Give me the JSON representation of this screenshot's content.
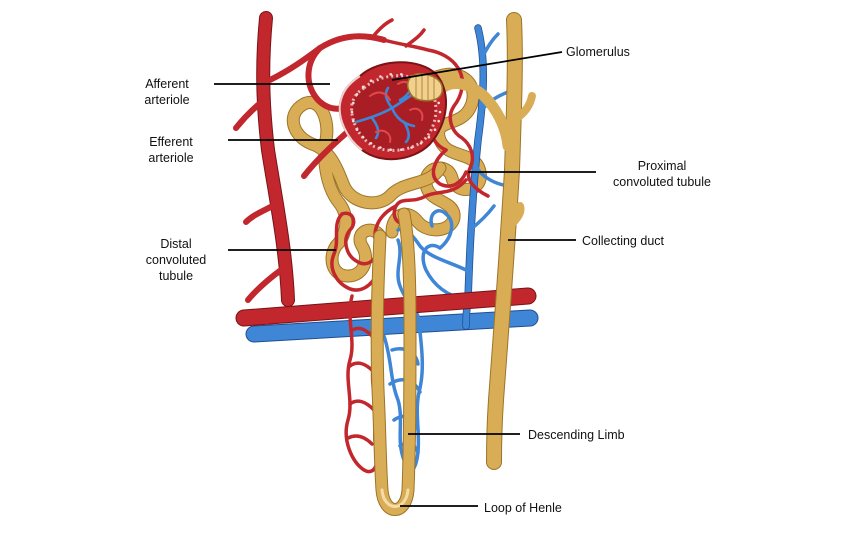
{
  "colors": {
    "artery": "#c1272d",
    "artery_dark": "#7a1216",
    "vein": "#3f86d6",
    "vein_dark": "#1f4f90",
    "tubule": "#d9ad55",
    "tubule_dark": "#9c7428",
    "leader_line": "#000000",
    "background": "#ffffff"
  },
  "labels": {
    "glomerulus": "Glomerulus",
    "afferent_l1": "Afferent",
    "afferent_l2": "arteriole",
    "efferent_l1": "Efferent",
    "efferent_l2": "arteriole",
    "proximal_l1": "Proximal",
    "proximal_l2": "convoluted tubule",
    "distal_l1": "Distal",
    "distal_l2": "convoluted",
    "distal_l3": "tubule",
    "collecting": "Collecting duct",
    "descending": "Descending Limb",
    "loop": "Loop of Henle"
  }
}
